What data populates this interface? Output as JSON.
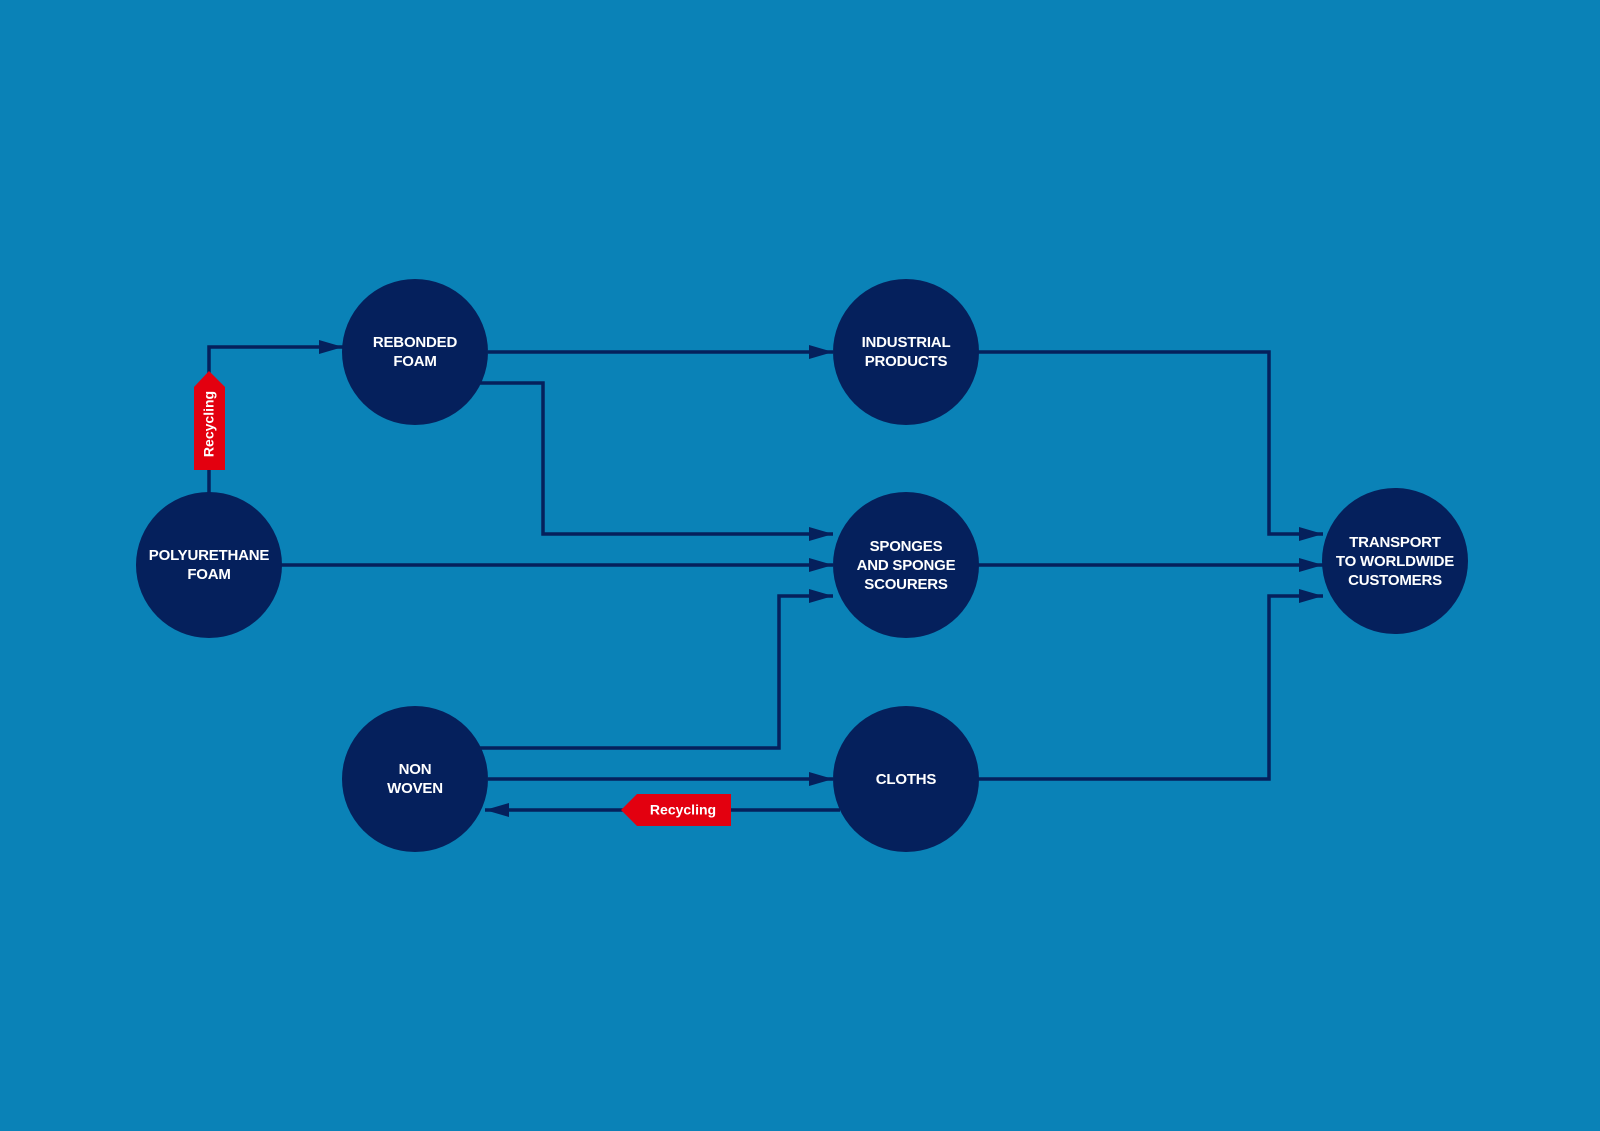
{
  "diagram": {
    "nodes": {
      "polyurethane_foam": "POLYURETHANE\nFOAM",
      "rebonded_foam": "REBONDED\nFOAM",
      "industrial_products": "INDUSTRIAL\nPRODUCTS",
      "sponges": "SPONGES\nAND SPONGE\nSCOURERS",
      "non_woven": "NON\nWOVEN",
      "cloths": "CLOTHS",
      "transport": "TRANSPORT\nTO WORLDWIDE\nCUSTOMERS"
    },
    "tags": {
      "recycling_vertical": "Recycling",
      "recycling_horizontal": "Recycling"
    }
  },
  "colors": {
    "background": "#0a82b7",
    "node": "#05205c",
    "line": "#05205c",
    "recycling_tag": "#e3000f"
  }
}
